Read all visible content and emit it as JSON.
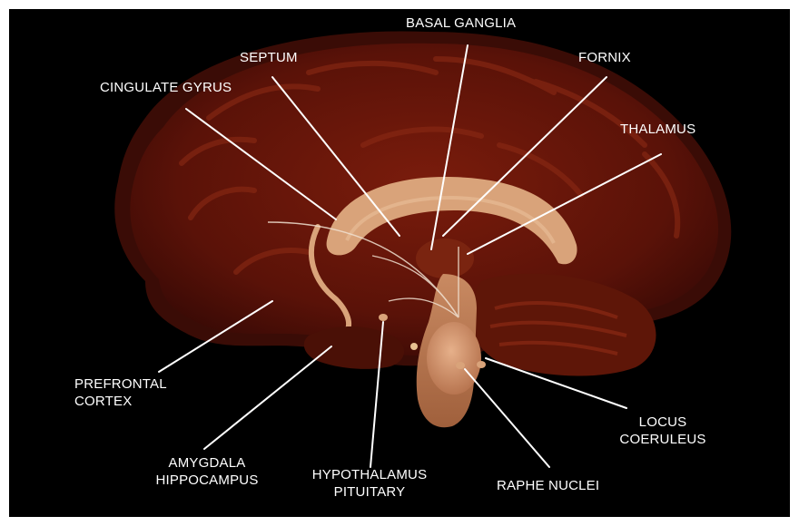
{
  "colors": {
    "background": "#000000",
    "cortex": "#5a1208",
    "white_matter": "#d9a37a",
    "labels": "#ffffff"
  },
  "labels": {
    "basal_ganglia": "BASAL GANGLIA",
    "septum": "SEPTUM",
    "fornix": "FORNIX",
    "cingulate_gyrus": "CINGULATE GYRUS",
    "thalamus": "THALAMUS",
    "prefrontal_cortex": [
      "PREFRONTAL",
      "CORTEX"
    ],
    "locus_coeruleus": [
      "LOCUS",
      "COERULEUS"
    ],
    "amygdala_hippocampus": [
      "AMYGDALA",
      "HIPPOCAMPUS"
    ],
    "hypothalamus_pituitary": [
      "HYPOTHALAMUS",
      "PITUITARY"
    ],
    "raphe_nuclei": "RAPHE NUCLEI"
  }
}
